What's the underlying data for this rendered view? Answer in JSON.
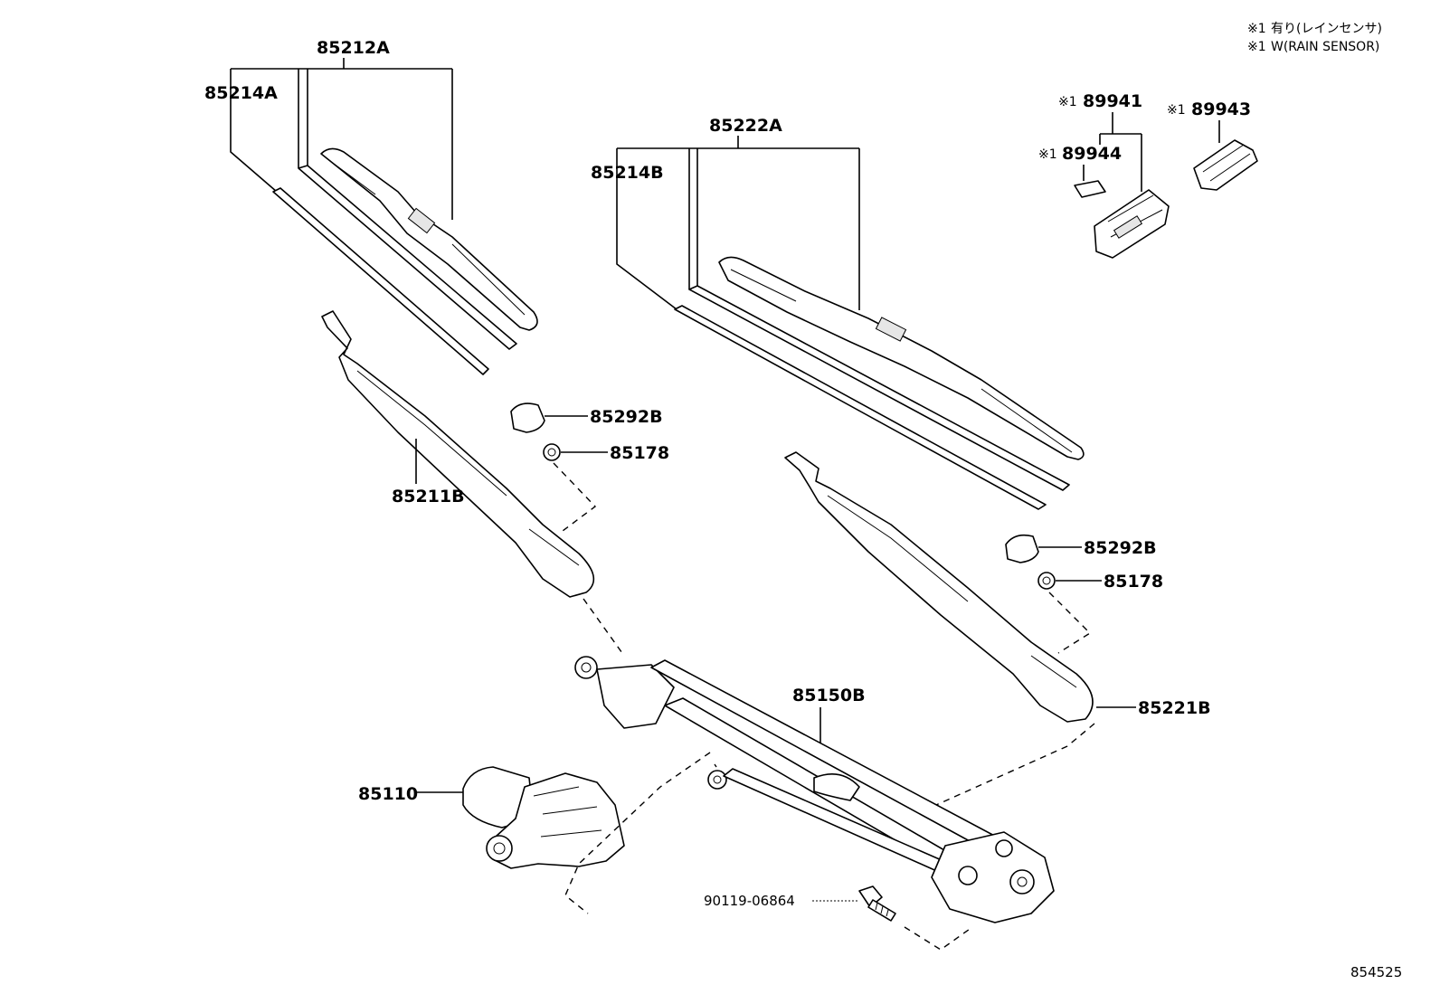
{
  "notes": {
    "line1_mark": "※1",
    "line1_text": "有り(レインセンサ)",
    "line2_mark": "※1",
    "line2_text": "W(RAIN SENSOR)"
  },
  "marks": {
    "rain_sensor": "※1"
  },
  "parts": {
    "p85212A": "85212A",
    "p85214A": "85214A",
    "p85222A": "85222A",
    "p85214B": "85214B",
    "p89941": "89941",
    "p89944": "89944",
    "p89943": "89943",
    "p85292B_left": "85292B",
    "p85178_left": "85178",
    "p85211B": "85211B",
    "p85292B_right": "85292B",
    "p85178_right": "85178",
    "p85150B": "85150B",
    "p85221B": "85221B",
    "p85110": "85110",
    "p90119": "90119-06864"
  },
  "diagram_code": "854525"
}
